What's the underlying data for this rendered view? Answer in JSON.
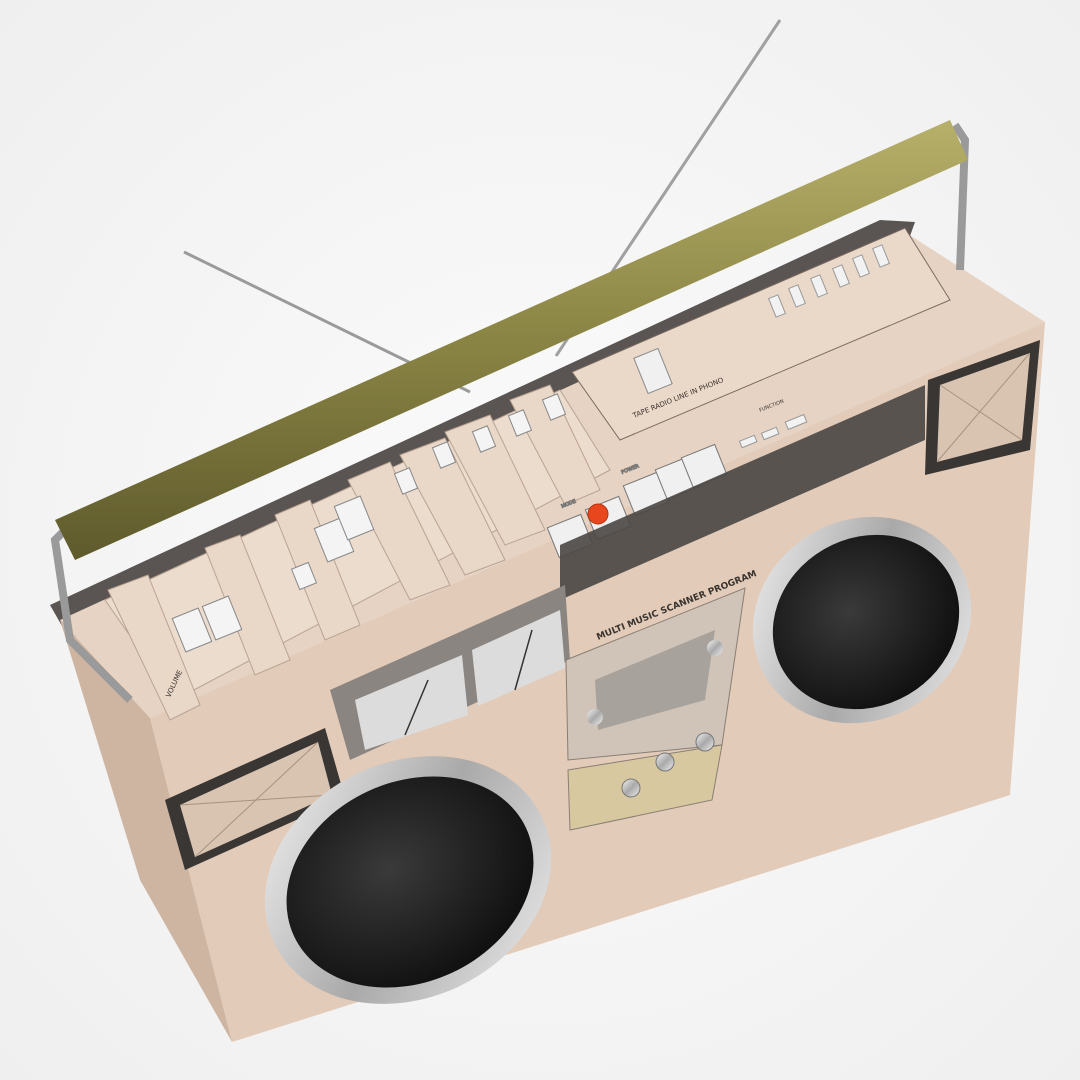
{
  "subject": "boombox",
  "labels": {
    "scanner_program": "MULTI MUSIC SCANNER PROGRAM",
    "function_selector": "TAPE  RADIO  LINE IN  PHONO",
    "function": "FUNCTION",
    "volume": "VOLUME",
    "power": "POWER",
    "mode": "MODE"
  },
  "colors": {
    "body": "#e2cbb8",
    "body_shadow": "#c9b2a0",
    "handle": "#8a8444",
    "speaker_cone": "#1c1c1c",
    "chrome": "#d8d8d8",
    "power_button": "#e8461c",
    "tuner_panel": "#4a4644"
  }
}
